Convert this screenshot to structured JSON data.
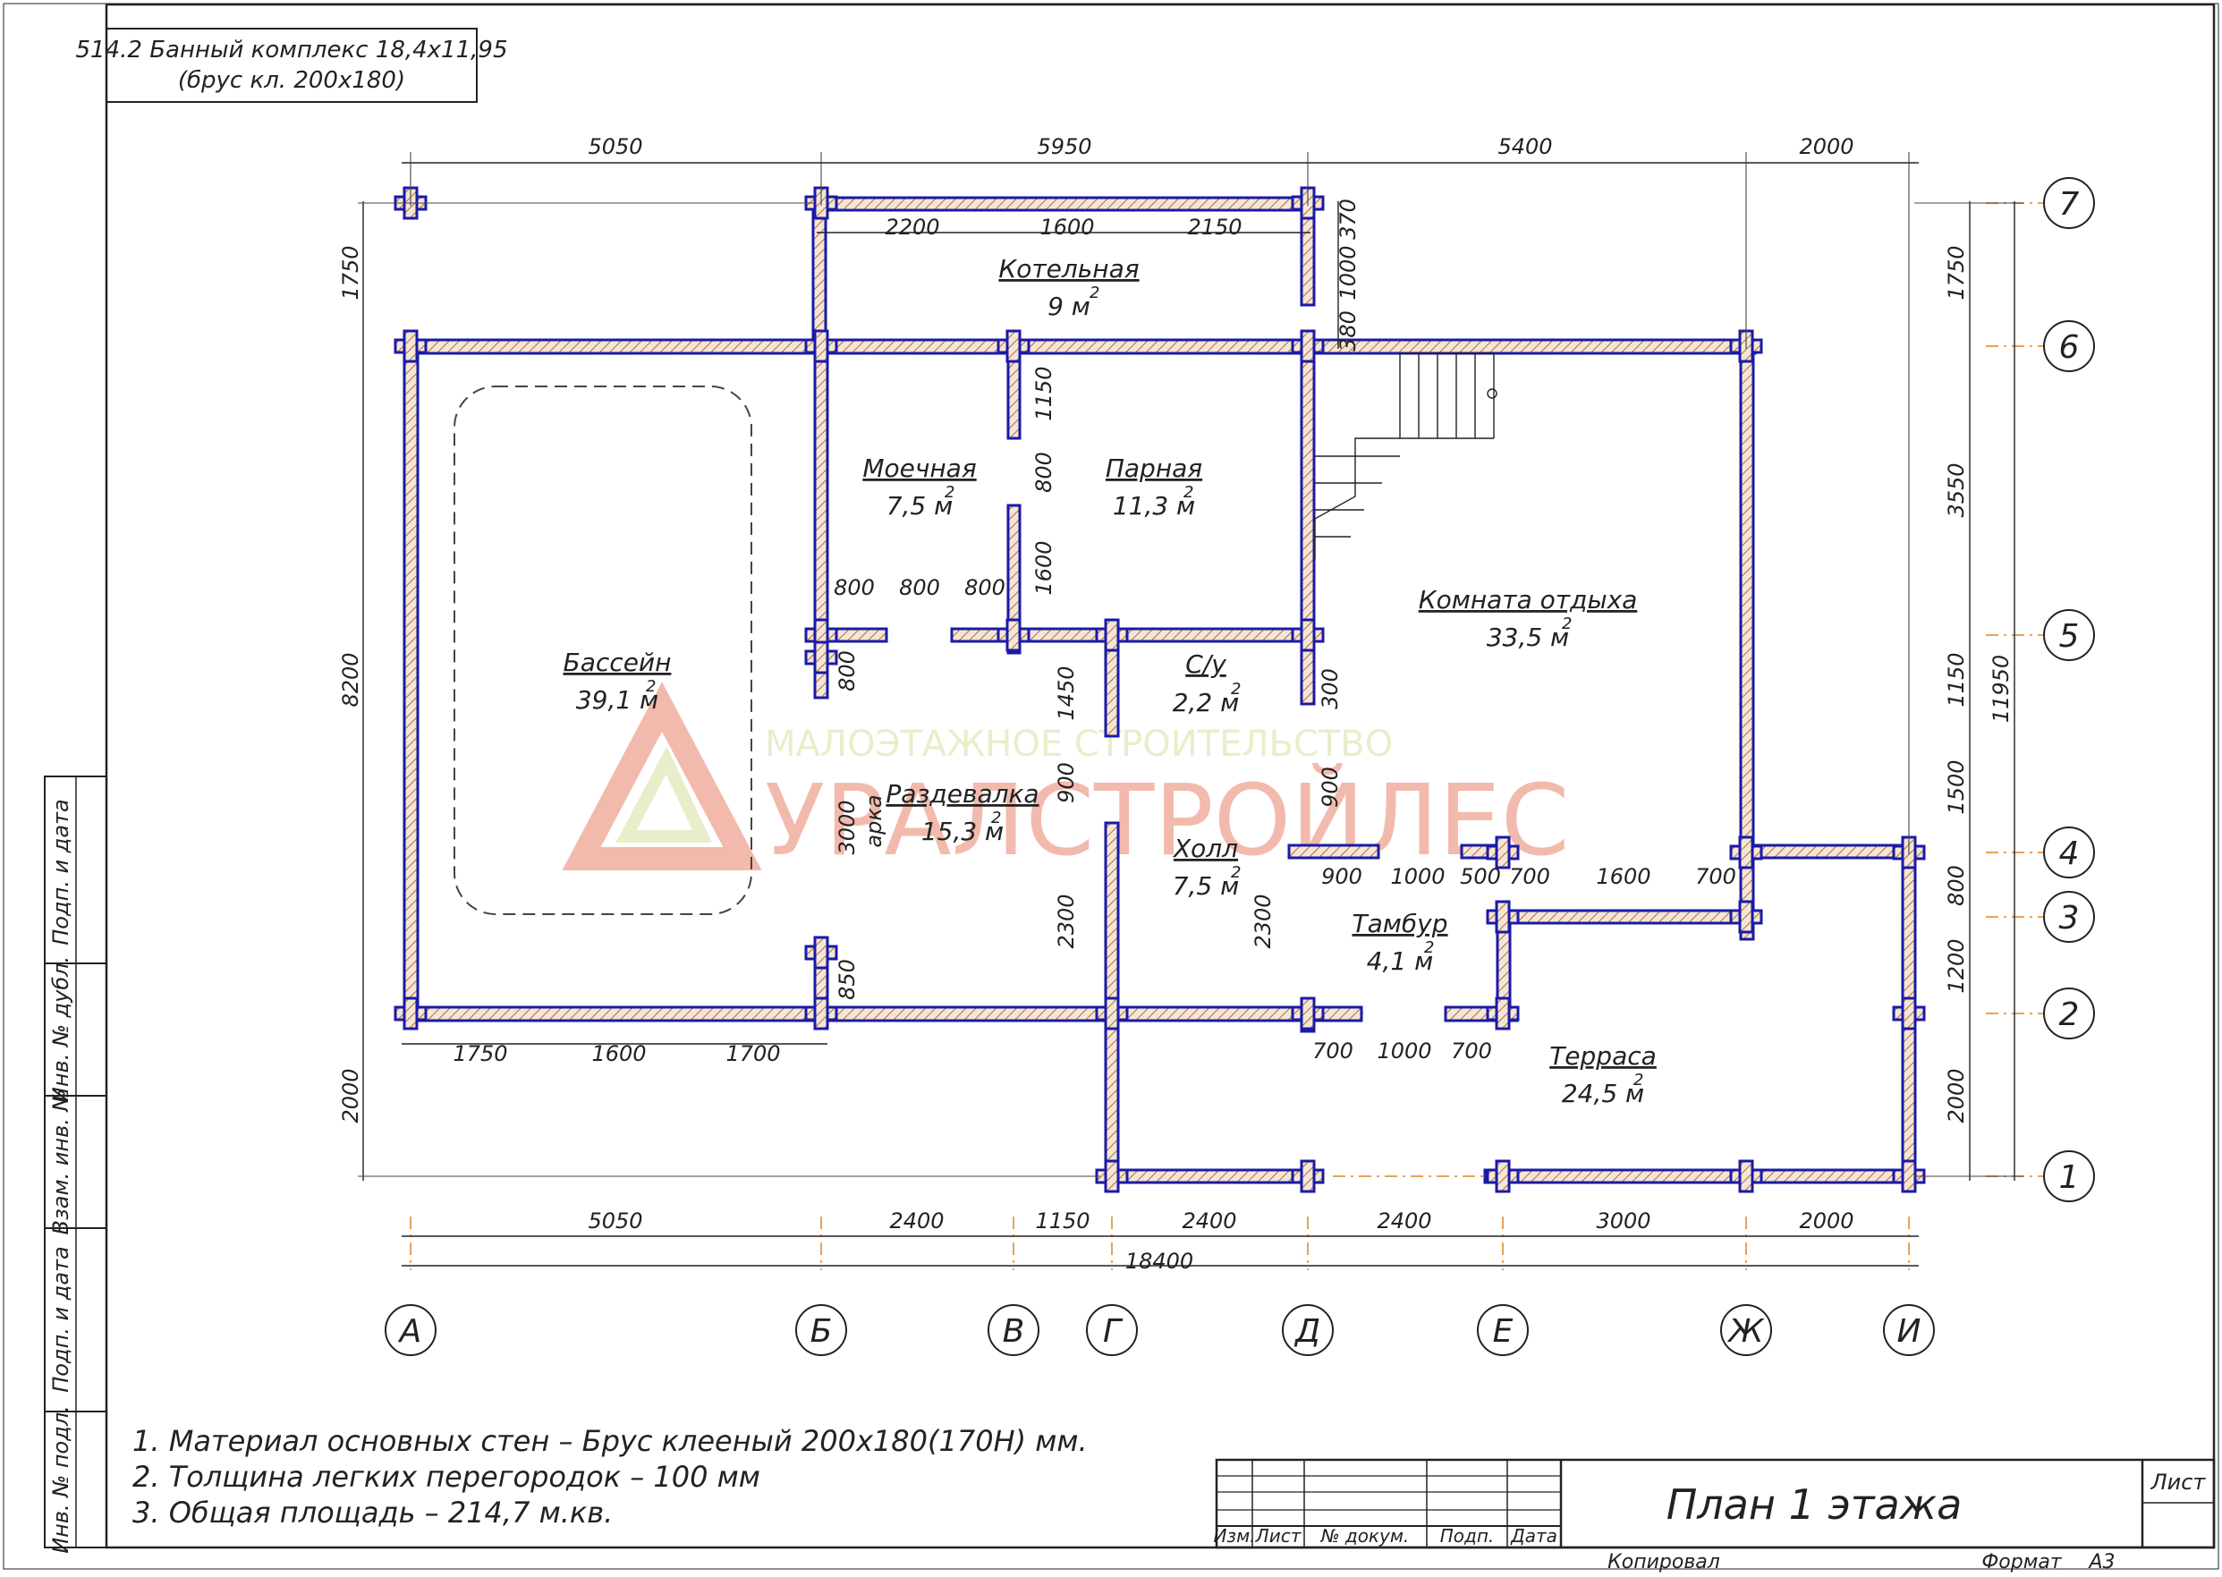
{
  "title_box": {
    "line1": "514.2 Банный комплекс 18,4х11,95",
    "line2": "(брус кл. 200х180)"
  },
  "rooms": {
    "kotelnaya": {
      "name": "Котельная",
      "area": "9 м"
    },
    "moechnaya": {
      "name": "Моечная",
      "area": "7,5 м"
    },
    "parnaya": {
      "name": "Парная",
      "area": "11,3 м"
    },
    "komnata": {
      "name": "Комната отдыха",
      "area": "33,5 м"
    },
    "basseyn": {
      "name": "Бассейн",
      "area": "39,1 м"
    },
    "su": {
      "name": "С/у",
      "area": "2,2 м"
    },
    "razdevalka": {
      "name": "Раздевалка",
      "area": "15,3 м"
    },
    "holl": {
      "name": "Холл",
      "area": "7,5 м"
    },
    "tambur": {
      "name": "Тамбур",
      "area": "4,1 м"
    },
    "terrasa": {
      "name": "Терраса",
      "area": "24,5 м"
    },
    "sup": "2",
    "arka": "арка"
  },
  "dims": {
    "top": [
      "5050",
      "5950",
      "5400",
      "2000"
    ],
    "kot_inner": [
      "2200",
      "1600",
      "2150"
    ],
    "kot_right": [
      "370",
      "1000",
      "380"
    ],
    "bottom1": [
      "5050",
      "2400",
      "1150",
      "2400",
      "2400",
      "3000",
      "2000"
    ],
    "bottom_total": "18400",
    "pool_bottom": [
      "1750",
      "1600",
      "1700"
    ],
    "left": [
      "1750",
      "8200",
      "2000"
    ],
    "right": [
      "1750",
      "3550",
      "1150",
      "1500",
      "800",
      "1200",
      "2000"
    ],
    "right_total": "11950",
    "moechnaya_inner": [
      "800",
      "800",
      "800"
    ],
    "moechnaya_vert": [
      "1150",
      "800",
      "1600"
    ],
    "razdevalka_vert": [
      "800",
      "3000",
      "850"
    ],
    "holl_vert": [
      "1450",
      "900",
      "2300"
    ],
    "su_vert": [
      "300",
      "900"
    ],
    "holl2_vert": "2300",
    "tambur_top": [
      "900",
      "1000",
      "500"
    ],
    "terr_top": [
      "700",
      "1600",
      "700"
    ],
    "tambur_bottom": [
      "700",
      "1000",
      "700"
    ]
  },
  "axes": {
    "letters": [
      "А",
      "Б",
      "В",
      "Г",
      "Д",
      "Е",
      "Ж",
      "И"
    ],
    "numbers": [
      "7",
      "6",
      "5",
      "4",
      "3",
      "2",
      "1"
    ]
  },
  "watermark": {
    "small": "МАЛОЭТАЖНОЕ СТРОИТЕЛЬСТВО",
    "big": "УРАЛСТРОЙЛЕС"
  },
  "notes": [
    "1. Материал основных стен – Брус клееный 200х180(170Н) мм.",
    "2. Толщина легких перегородок – 100 мм",
    "3. Общая площадь – 214,7 м.кв."
  ],
  "side_stamp": [
    "Подп. и дата",
    "Инв. № дубл.",
    "Взам. инв. №",
    "Подп. и дата",
    "Инв. № подл."
  ],
  "title_block": {
    "cols": [
      "Изм.",
      "Лист",
      "№ докум.",
      "Подп.",
      "Дата"
    ],
    "sheet_title": "План 1 этажа",
    "sheet_label": "Лист",
    "copied": "Копировал",
    "format_label": "Формат",
    "format_value": "А3"
  },
  "colors": {
    "wall_outline": "#1a1aa8",
    "axis_line": "#e8a25a",
    "watermark": "#e9826a",
    "watermark_light": "#d9e0a0"
  }
}
